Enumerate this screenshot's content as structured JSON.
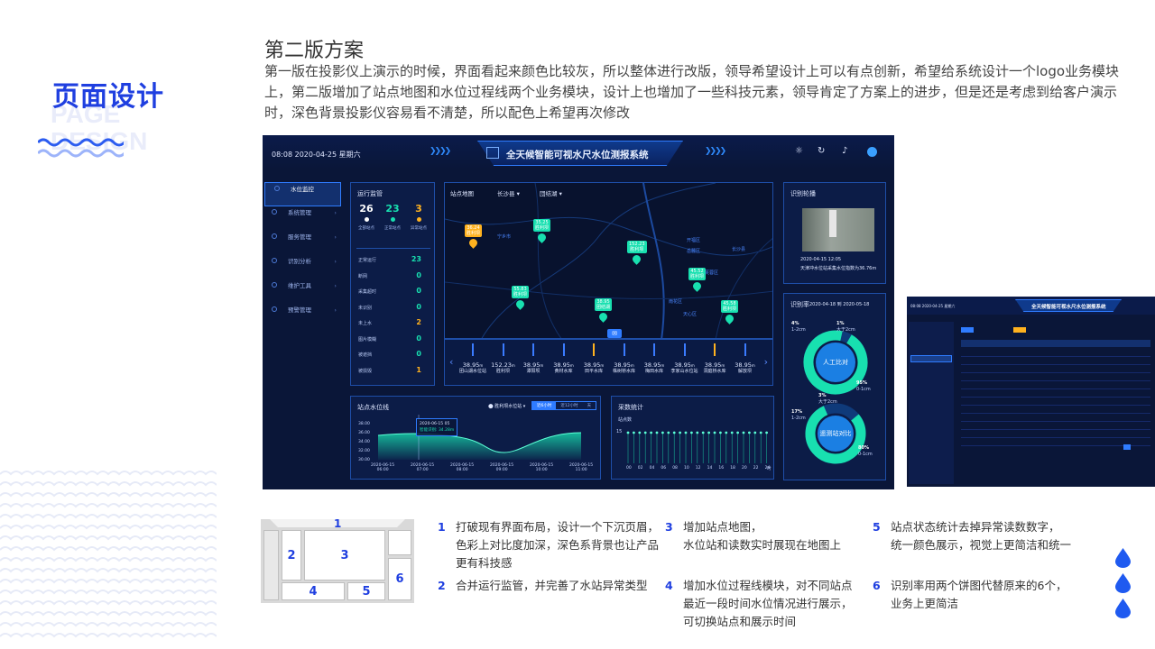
{
  "brand": {
    "title": "页面设计",
    "ghost_line1": "PAGE",
    "ghost_line2": "DESIGN"
  },
  "section": {
    "title": "第二版方案",
    "description": "第一版在投影仪上演示的时候，界面看起来颜色比较灰，所以整体进行改版，领导希望设计上可以有点创新，希望给系统设计一个logo业务模块上，第二版增加了站点地图和水位过程线两个业务模块，设计上也增加了一些科技元素，领导肯定了方案上的进步，但是还是考虑到给客户演示时，深色背景投影仪容易看不清楚，所以配色上希望再次修改"
  },
  "dashboard": {
    "datetime": "08:08  2020-04-25  星期六",
    "title": "全天候智能可视水尺水位测报系统",
    "menu": [
      {
        "label": "水位监控",
        "active": true
      },
      {
        "label": "系统管理"
      },
      {
        "label": "服务管理"
      },
      {
        "label": "识别分析"
      },
      {
        "label": "维护工具"
      },
      {
        "label": "预警管理"
      }
    ],
    "monitor": {
      "title": "运行监管",
      "kpis": [
        {
          "value": "26",
          "label": "全部站点",
          "color": "#ffffff"
        },
        {
          "value": "23",
          "label": "正常站点",
          "color": "#18e0b0"
        },
        {
          "value": "3",
          "label": "异常站点",
          "color": "#ffb21f"
        }
      ],
      "rows": [
        {
          "label": "正常运行",
          "value": "23",
          "color": "#18e0b0"
        },
        {
          "label": "断网",
          "value": "0",
          "color": "#18e0b0"
        },
        {
          "label": "采集超时",
          "value": "0",
          "color": "#18e0b0"
        },
        {
          "label": "未识别",
          "value": "0",
          "color": "#18e0b0"
        },
        {
          "label": "未上水",
          "value": "2",
          "color": "#ffb21f"
        },
        {
          "label": "图片模糊",
          "value": "0",
          "color": "#18e0b0"
        },
        {
          "label": "被遮挡",
          "value": "0",
          "color": "#18e0b0"
        },
        {
          "label": "被损毁",
          "value": "1",
          "color": "#ffb21f"
        }
      ]
    },
    "map": {
      "title": "站点地图",
      "filter1": "长沙县",
      "filter2": "団结湖",
      "pins": [
        {
          "value": "36.24",
          "name": "胜利坝",
          "color": "#ffb21f"
        },
        {
          "value": "35.25",
          "name": "胜利坝",
          "color": "#18e0b0"
        },
        {
          "value": "152.23",
          "name": "胜利坝",
          "color": "#18e0b0"
        },
        {
          "value": "55.83",
          "name": "胜利坝",
          "color": "#18e0b0"
        },
        {
          "value": "38.95",
          "name": "团结湖",
          "color": "#18e0b0"
        },
        {
          "value": "45.52",
          "name": "胜利坝",
          "color": "#18e0b0"
        },
        {
          "value": "45.58",
          "name": "胜利坝",
          "color": "#18e0b0"
        }
      ],
      "places": [
        "宁乡市",
        "长沙县",
        "岳麓区",
        "开福区",
        "雨花区",
        "芙蓉区",
        "天心区"
      ]
    },
    "stations": [
      {
        "value": "38.95",
        "name": "团山湖水位站",
        "alert": false
      },
      {
        "value": "152.23",
        "name": "胜利坝",
        "alert": false
      },
      {
        "value": "38.95",
        "name": "潭阳坝",
        "alert": false
      },
      {
        "value": "38.95",
        "name": "黄材水库",
        "alert": false
      },
      {
        "value": "38.95",
        "name": "田平水库",
        "alert": true
      },
      {
        "value": "38.95",
        "name": "株树桥水库",
        "alert": false
      },
      {
        "value": "38.95",
        "name": "梅田水库",
        "alert": false
      },
      {
        "value": "38.95",
        "name": "李家山水位站",
        "alert": false
      },
      {
        "value": "38.95",
        "name": "洞庭桥水库",
        "alert": true
      },
      {
        "value": "38.95",
        "name": "解放坝",
        "alert": false
      }
    ],
    "station_unit": "m",
    "waterline": {
      "title": "站点水位线",
      "selector": "胜利坝水位站",
      "toggles": [
        "近6小时",
        "近12小时",
        "天"
      ],
      "tooltip_time": "2020-06-15 05",
      "tooltip_value": "智能识别: 34.28m",
      "yticks": [
        "38.00",
        "36.00",
        "34.00",
        "32.00",
        "30.00"
      ],
      "xticks": [
        "2020-06-15\n06:00",
        "2020-06-15\n07:00",
        "2020-06-15\n08:00",
        "2020-06-15\n09:00",
        "2020-06-15\n10:00",
        "2020-06-15\n11:00"
      ]
    },
    "collect": {
      "title": "采数统计",
      "ylabel": "站点数",
      "ytick": "15",
      "xticks": [
        "00",
        "02",
        "04",
        "06",
        "08",
        "10",
        "12",
        "14",
        "16",
        "18",
        "20",
        "22",
        "24"
      ],
      "xunit": "时"
    },
    "rotation": {
      "title": "识别轮播",
      "time": "2020-04-15 12:05",
      "caption": "天津冲水位站采集水位指数为36.76m"
    },
    "rate": {
      "title": "识别率",
      "date_from": "2020-04-18",
      "to_label": "到",
      "date_to": "2020-05-18",
      "donut1": {
        "center": "人工比对",
        "labels": [
          {
            "pct": "4%",
            "text": "1-2cm"
          },
          {
            "pct": "1%",
            "text": "大于2cm"
          },
          {
            "pct": "95%",
            "text": "0-1cm"
          }
        ]
      },
      "donut2": {
        "center": "遥测站对比",
        "labels": [
          {
            "pct": "3%",
            "text": "大于2cm"
          },
          {
            "pct": "17%",
            "text": "1-2cm"
          },
          {
            "pct": "80%",
            "text": "0-1cm"
          }
        ]
      }
    }
  },
  "mini_screen": {
    "datetime": "08:08  2020-04-25  星期六",
    "title": "全天候智能可视水尺水位测报系统"
  },
  "sketch_labels": [
    "1",
    "2",
    "3",
    "4",
    "5",
    "6"
  ],
  "notes": [
    {
      "num": "1",
      "text": "打破现有界面布局，设计一个下沉页眉，\n色彩上对比度加深，深色系背景也让产品\n更有科技感"
    },
    {
      "num": "2",
      "text": "合并运行监管，并完善了水站异常类型"
    },
    {
      "num": "3",
      "text": "增加站点地图，\n水位站和读数实时展现在地图上"
    },
    {
      "num": "4",
      "text": "增加水位过程线模块，对不同站点\n最近一段时间水位情况进行展示，\n可切换站点和展示时间"
    },
    {
      "num": "5",
      "text": "站点状态统计去掉异常读数数字，\n统一颜色展示，视觉上更简洁和统一"
    },
    {
      "num": "6",
      "text": "识别率用两个饼图代替原来的6个，\n业务上更简洁"
    }
  ],
  "colors": {
    "accent": "#1f3fe0",
    "dash_bg": "#0a1638",
    "cyan": "#18e0b0",
    "amber": "#ffb21f"
  }
}
